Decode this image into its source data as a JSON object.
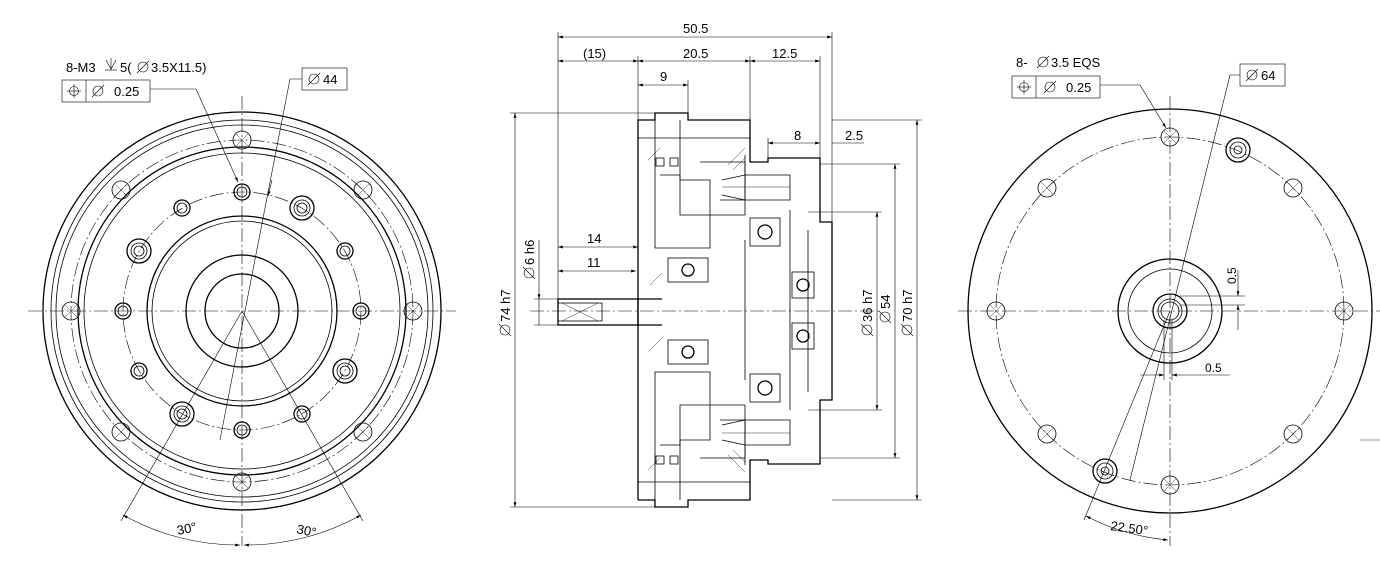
{
  "left_view": {
    "callout_holes": "8-M3",
    "callout_depth": "5(",
    "callout_thread": "3.5X11.5)",
    "fcf_tolerance": "0.25",
    "pcd_label": "44",
    "angle_1": "30°",
    "angle_2": "30°"
  },
  "section_view": {
    "dim_overall": "50.5",
    "dim_15": "(15)",
    "dim_20_5": "20.5",
    "dim_12_5": "12.5",
    "dim_9": "9",
    "dim_8": "8",
    "dim_2_5": "2.5",
    "dim_14": "14",
    "dim_11": "11",
    "dia_shaft": "6 h6",
    "dia_outer": "74 h7",
    "dia_36": "36 h7",
    "dia_54": "54",
    "dia_70": "70 h7"
  },
  "right_view": {
    "callout_holes": "8-",
    "callout_size": "3.5 EQS",
    "fcf_tolerance": "0.25",
    "pcd_label": "64",
    "dim_0_5_a": "0.5",
    "dim_0_5_b": "0.5",
    "angle": "22.50°"
  }
}
